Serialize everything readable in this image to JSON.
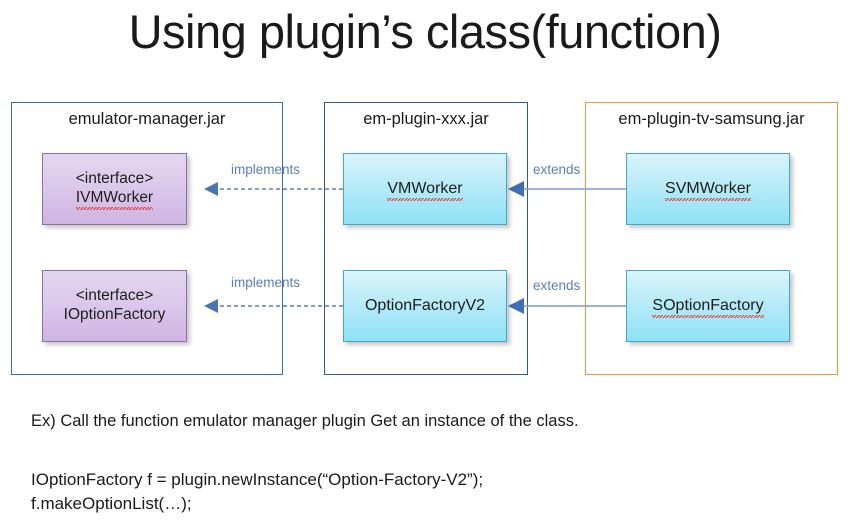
{
  "slide": {
    "title": "Using plugin’s class(function)"
  },
  "packages": [
    {
      "name": "emulator-manager.jar"
    },
    {
      "name": "em-plugin-xxx.jar"
    },
    {
      "name": "em-plugin-tv-samsung.jar"
    }
  ],
  "nodes": {
    "ivmworker": {
      "stereotype": "<interface>",
      "name": "IVMWorker"
    },
    "ioptionfactory": {
      "stereotype": "<interface>",
      "name": "IOptionFactory"
    },
    "vmworker": {
      "name": "VMWorker"
    },
    "optionfactoryv2": {
      "name": "OptionFactoryV2"
    },
    "svmworker": {
      "name": "SVMWorker"
    },
    "soptionfactory": {
      "name": "SOptionFactory"
    }
  },
  "edges": {
    "implements_1": "implements",
    "implements_2": "implements",
    "extends_1": "extends",
    "extends_2": "extends"
  },
  "body": {
    "caption": "Ex) Call the function emulator manager plugin Get an instance of the class.",
    "code_line_1": "IOptionFactory f = plugin.newInstance(“Option-Factory-V2”);",
    "code_line_2": "f.makeOptionList(…);"
  },
  "colors": {
    "container_blue": "#3f6fa8",
    "container_darkblue": "#2e5b8c",
    "container_orange": "#ef9340",
    "interface_fill": "#d8c6ea",
    "interface_border": "#8a6fa8",
    "class_fill": "#a9e6f7",
    "class_border": "#44a8c4",
    "connector_blue": "#5b7fb8",
    "spellcheck_red": "#e03a34",
    "text": "#1a1a1a"
  }
}
